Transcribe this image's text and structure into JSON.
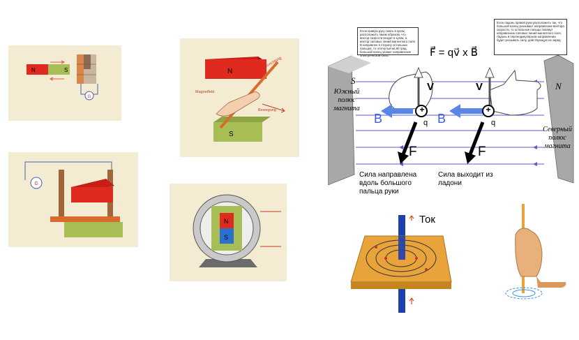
{
  "panel_bar_magnet": {
    "pole_n": "N",
    "pole_s": "S",
    "meter_glyph": "G"
  },
  "panel_hand_rule": {
    "pole_n": "N",
    "pole_s": "S",
    "label_current": "Stromrichtung",
    "label_field": "Magnetfeld",
    "label_motion": "Bewegung"
  },
  "panel_generator": {
    "meter_glyph": "G"
  },
  "panel_motor": {
    "pole_n": "N",
    "pole_s": "S"
  },
  "panel_lorentz": {
    "formula": "F⃗ = qv⃗ x B⃗",
    "pole_s": "S",
    "pole_n": "N",
    "south_caption": "Южный полюс магнита",
    "north_caption": "Северный полюс магнита",
    "v_left": "V",
    "v_right": "V",
    "b_left": "B",
    "b_right": "B",
    "q_left": "q",
    "q_right": "q",
    "f_left": "F",
    "f_right": "F",
    "plus_left": "+",
    "plus_right": "+",
    "note_left": "Если правую руку сжать в кулак, расположить таким образом, что вектор скорости входит в кулак, а вектор силовых линий магнитного поля В направлен в сторону остальных пальцев, то отогнутый на 90 град. большой палец укажет направление электрической силы.",
    "note_right": "Если ладонь правой руки расположить так, что большой палец указывает направление вектора скорости, то остальные пальцы покажут направление силовых линий магнитного поля. Ладонь в перпендикулярном направлении будет указывать силу, действующую на заряд.",
    "caption_left": "Сила направлена вдоль большого пальца руки",
    "caption_right": "Сила выходит из ладони"
  },
  "panel_wire": {
    "label_current": "Ток"
  },
  "colors": {
    "cream": "#f4ecd2",
    "magnet_red": "#e02a1f",
    "magnet_green": "#9fb84a",
    "field_line": "#5b5bd6",
    "arrow_blue": "#5a86e6",
    "board": "#e8a33a",
    "wire": "#1e3fae"
  }
}
